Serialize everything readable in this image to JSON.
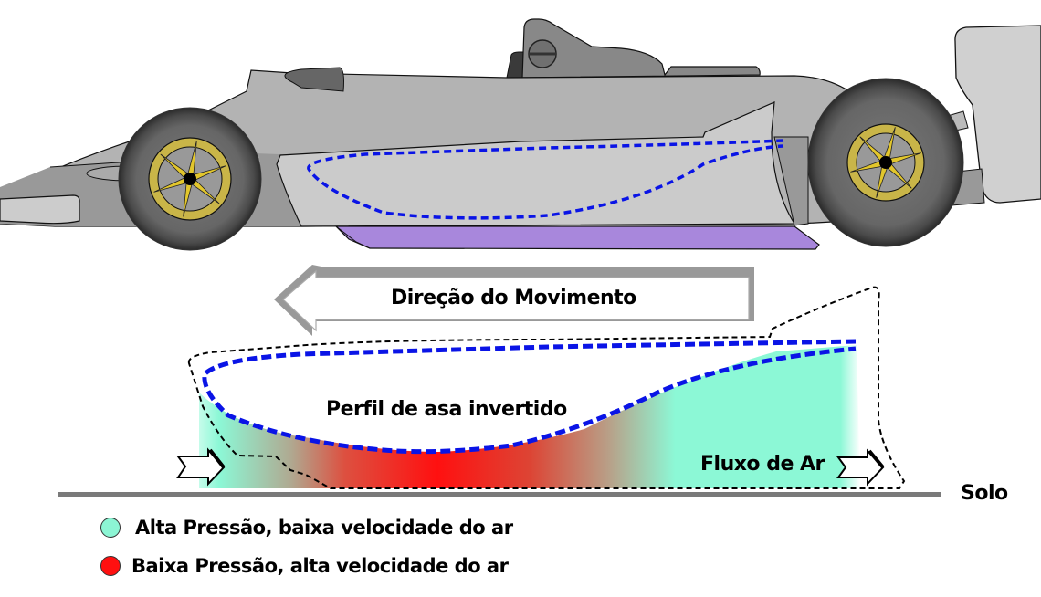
{
  "diagram": {
    "subject": "Formula car ground effect (inverted wing sidepod profile)",
    "labels": {
      "movement_direction": "Direção do Movimento",
      "inverted_wing_profile": "Perfil de asa invertido",
      "airflow": "Fluxo de Ar",
      "ground": "Solo"
    },
    "legend": [
      {
        "label": "Alta Pressão, baixa velocidade do ar",
        "color": "#8cf5d4",
        "meaning": "high-pressure"
      },
      {
        "label": "Baixa Pressão, alta velocidade do ar",
        "color": "#ff1010",
        "meaning": "low-pressure"
      }
    ],
    "colors": {
      "car_body": "#b3b3b3",
      "sidepod": "#cccccc",
      "skirt": "#a98bdc",
      "wheel_rim": "#d4bf3a",
      "tire": "#555555",
      "airfoil_dash": "#0a14e6",
      "ground_line": "#7a7a7a",
      "arrow_fill": "#ffffff",
      "arrow_shadow": "#999999"
    }
  }
}
